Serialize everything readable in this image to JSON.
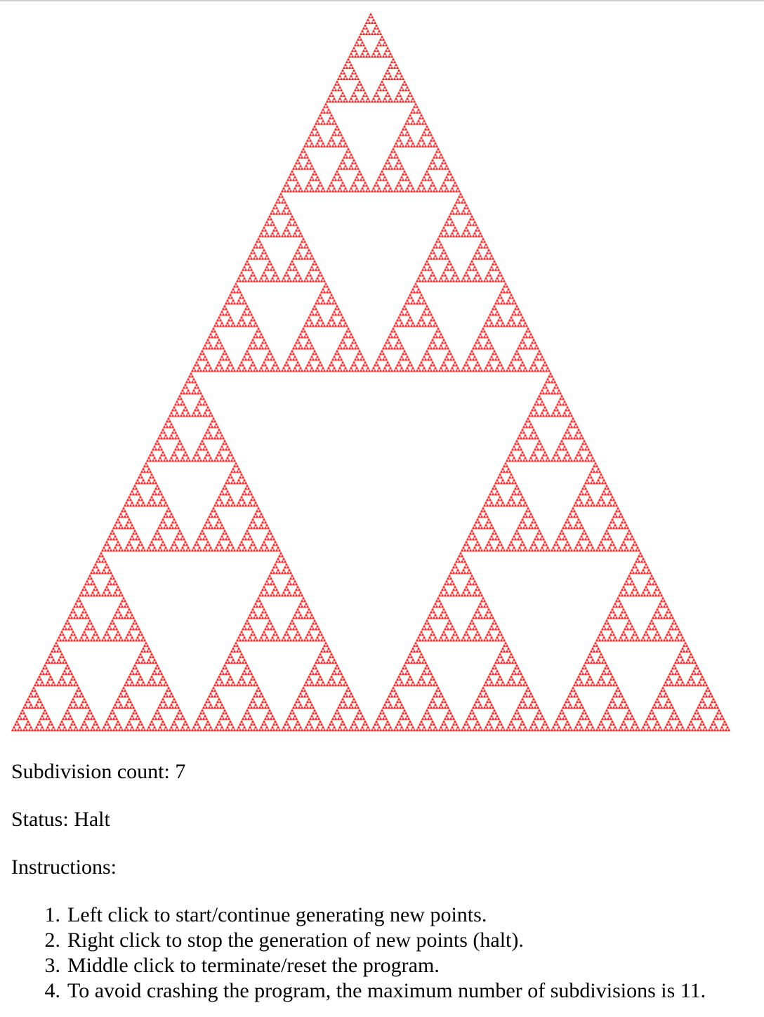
{
  "fractal": {
    "color": "#ff0000",
    "shape": "sierpinski-triangle",
    "subdivision_level": 7
  },
  "status_area": {
    "subdivision_label": "Subdivision count:",
    "subdivision_value": "7",
    "status_label": "Status:",
    "status_value": "Halt",
    "instructions_heading": "Instructions:"
  },
  "instructions": [
    {
      "number": "1.",
      "text": "Left click to start/continue generating new points."
    },
    {
      "number": "2.",
      "text": "Right click to stop the generation of new points (halt)."
    },
    {
      "number": "3.",
      "text": "Middle click to terminate/reset the program."
    },
    {
      "number": "4.",
      "text": "To avoid crashing the program, the maximum number of subdivisions is 11."
    }
  ]
}
